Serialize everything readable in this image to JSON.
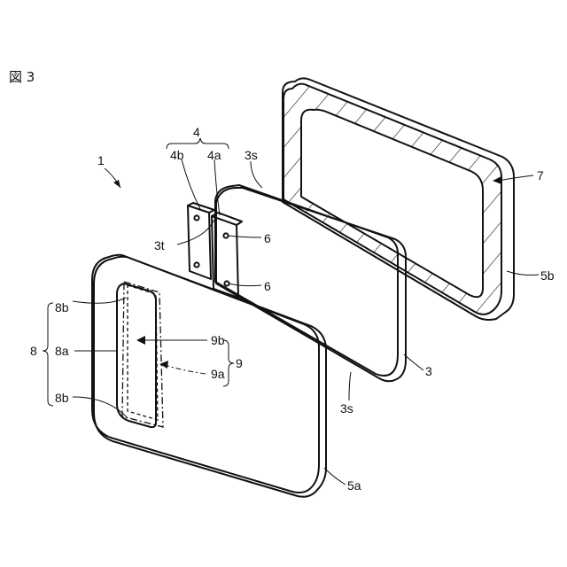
{
  "figure": {
    "title": "図 3"
  },
  "labels": {
    "assembly": "1",
    "sheet_a": "3",
    "sheet_s_top": "3s",
    "sheet_s_bottom": "3s",
    "sheet_t": "3t",
    "tab_group": "4",
    "tab_a": "4a",
    "tab_b": "4b",
    "hole_upper": "6",
    "hole_lower": "6",
    "front_plate": "5a",
    "back_plate": "5b",
    "frame": "7",
    "window_group": "8",
    "window_center": "8a",
    "window_top": "8b",
    "window_bottom": "8b",
    "film_group": "9",
    "film_a": "9a",
    "film_b": "9b"
  }
}
